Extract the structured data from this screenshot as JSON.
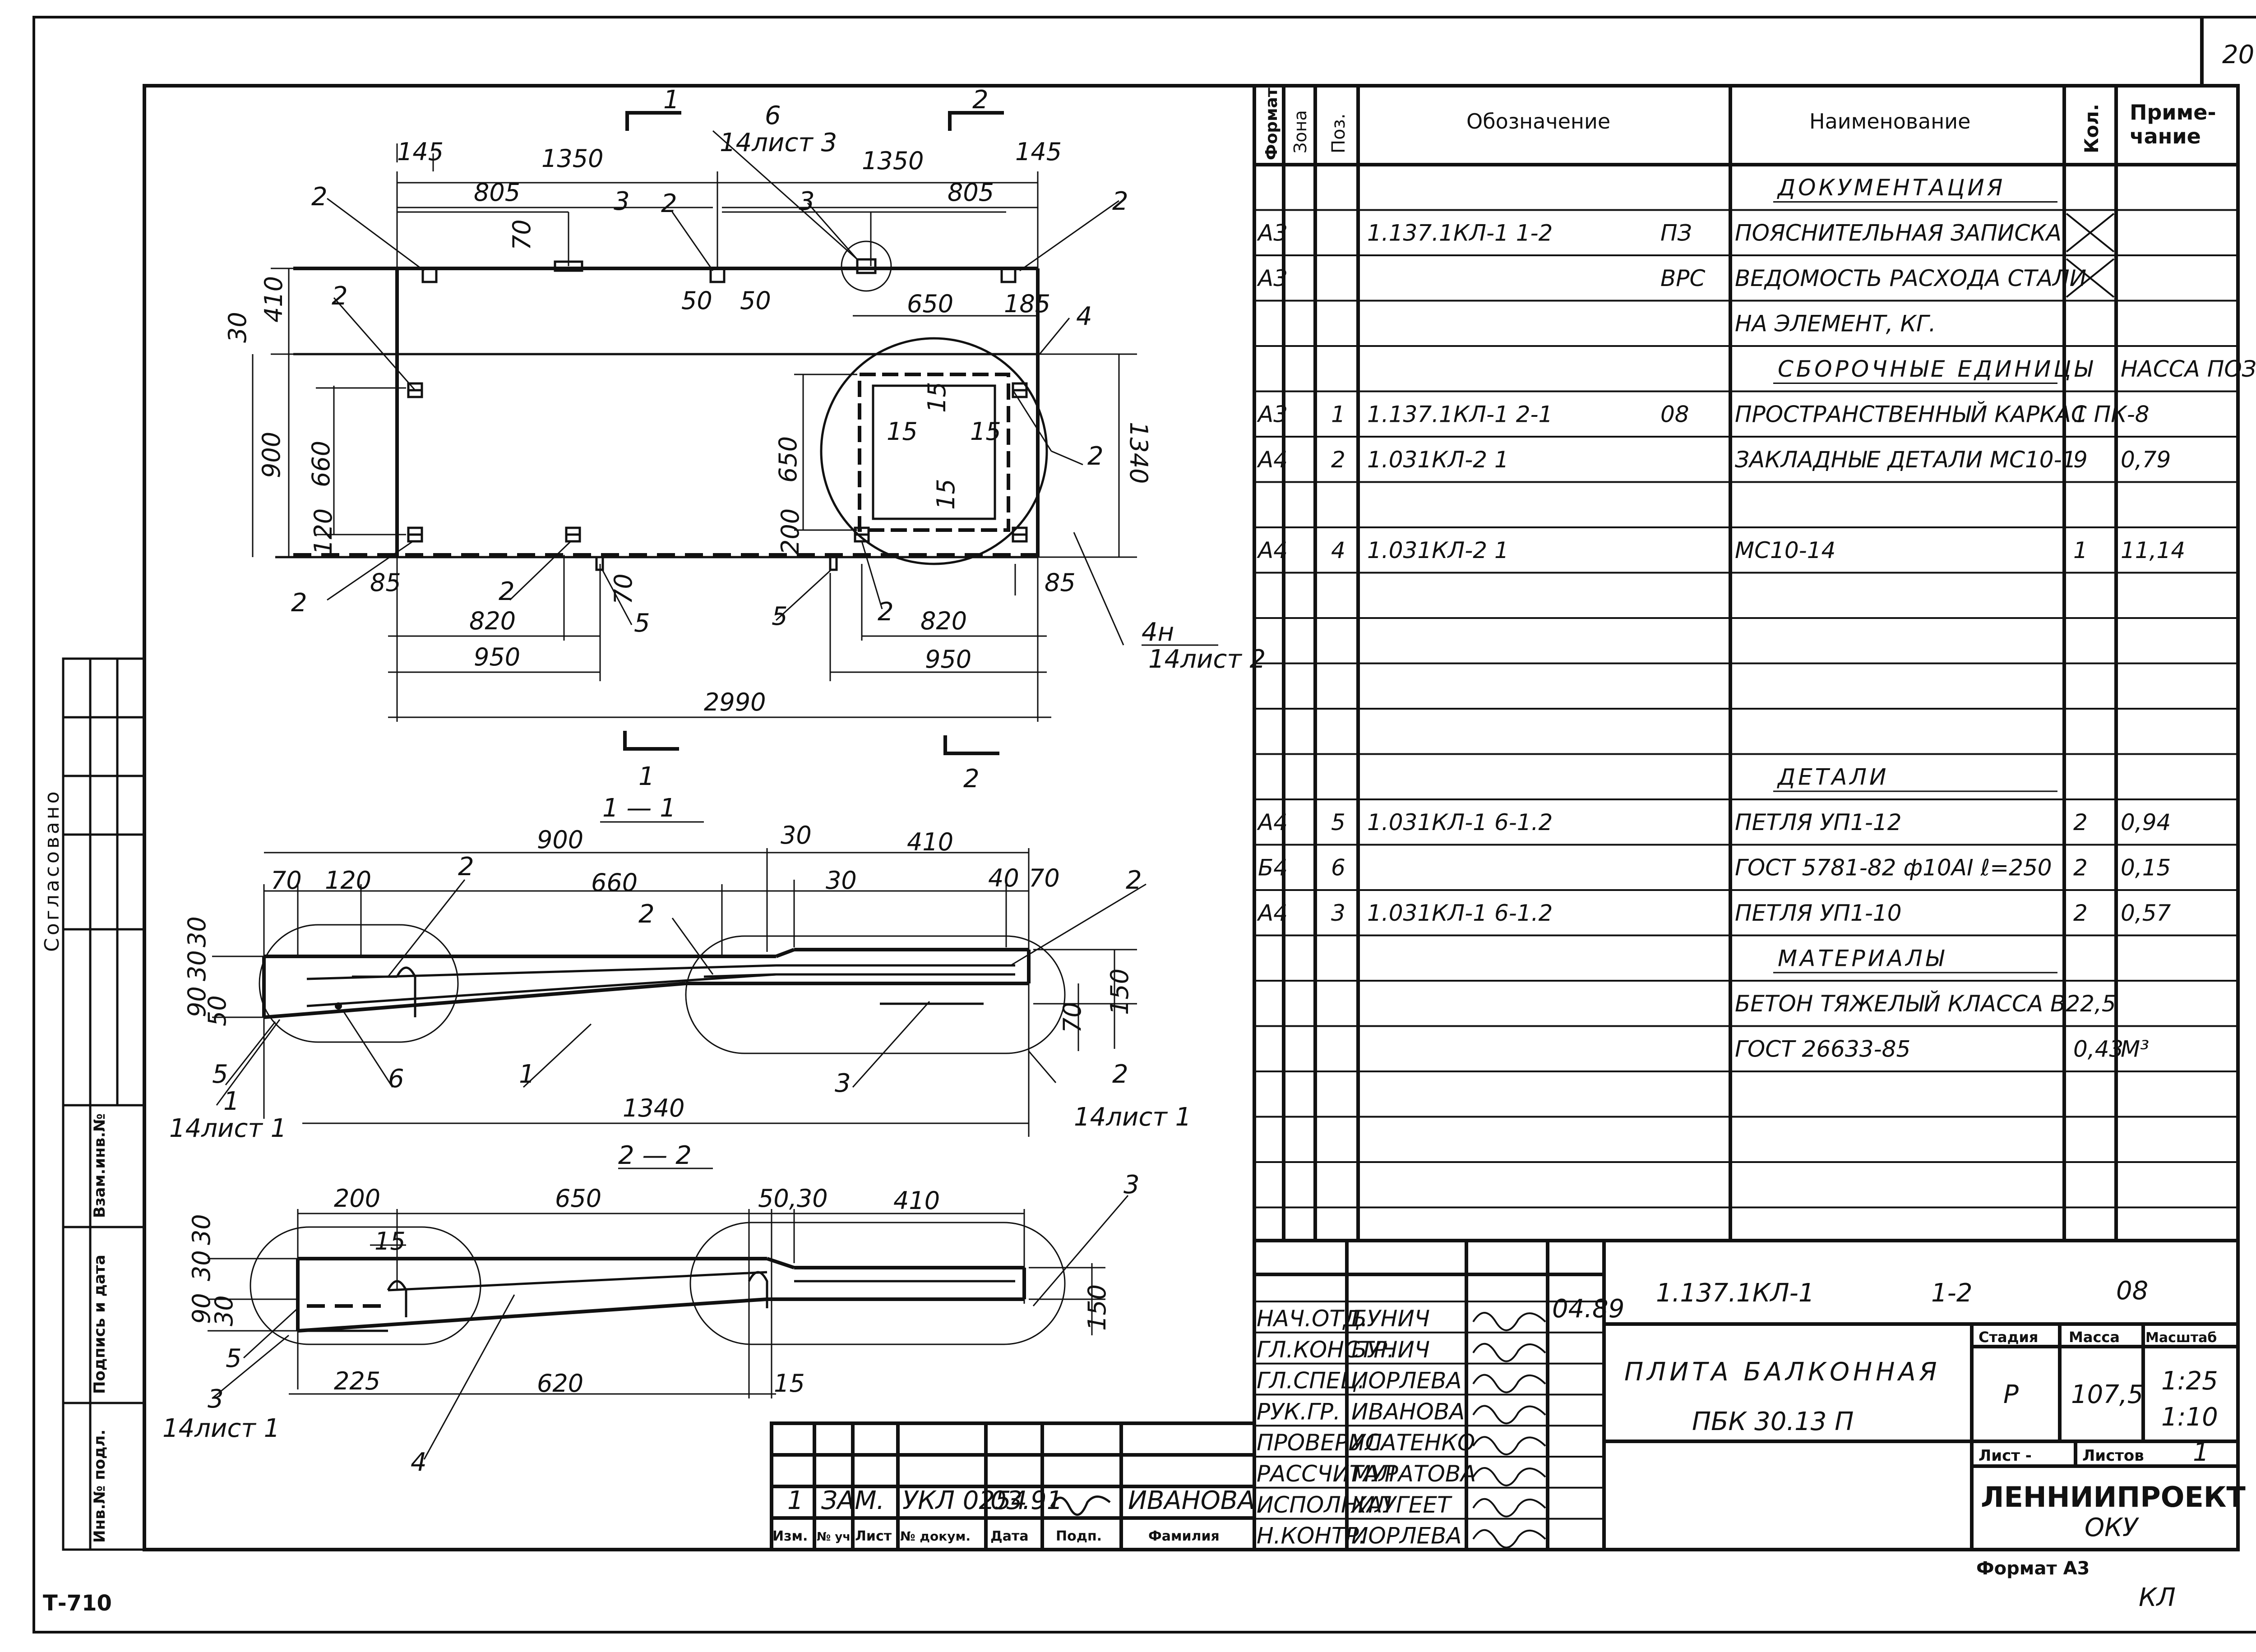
{
  "page_number": "20",
  "sheet_code": "Т-710",
  "approval": "Согласовано",
  "side_fields": [
    "Взам.инв.№",
    "Подпись и дата",
    "Инв.№ подл."
  ],
  "spec": {
    "headers": [
      "Формат",
      "Зона",
      "Поз.",
      "Обозначение",
      "Наименование",
      "Кол.",
      "Приме-",
      "чание"
    ],
    "rows": [
      {
        "fmt": "",
        "pos": "",
        "desig": "",
        "sub": "",
        "name": "ДОКУМЕНТАЦИЯ",
        "qty": "",
        "note": "",
        "section": true
      },
      {
        "fmt": "А3",
        "pos": "",
        "desig": "1.137.1КЛ-1  1-2",
        "sub": "ПЗ",
        "name": "ПОЯСНИТЕЛЬНАЯ ЗАПИСКА",
        "qty": "X",
        "note": ""
      },
      {
        "fmt": "А3",
        "pos": "",
        "desig": "",
        "sub": "ВРС",
        "name": "ВЕДОМОСТЬ РАСХОДА СТАЛИ",
        "qty": "X",
        "note": ""
      },
      {
        "fmt": "",
        "pos": "",
        "desig": "",
        "sub": "",
        "name": "НА ЭЛЕМЕНТ, КГ.",
        "qty": "",
        "note": ""
      },
      {
        "fmt": "",
        "pos": "",
        "desig": "",
        "sub": "",
        "name": "СБОРОЧНЫЕ ЕДИНИЦЫ",
        "qty": "",
        "note": "НАССА ПОЗ. КГ",
        "section": true
      },
      {
        "fmt": "А3",
        "pos": "1",
        "desig": "1.137.1КЛ-1  2-1",
        "sub": "08",
        "name": "ПРОСТРАНСТВЕННЫЙ КАРКАС ПК-8",
        "qty": "1",
        "note": ""
      },
      {
        "fmt": "А4",
        "pos": "2",
        "desig": "1.031КЛ-2  1",
        "sub": "",
        "name": "ЗАКЛАДНЫЕ ДЕТАЛИ МС10-1",
        "qty": "9",
        "note": "0,79"
      },
      {
        "fmt": "",
        "pos": "",
        "desig": "",
        "sub": "",
        "name": "",
        "qty": "",
        "note": ""
      },
      {
        "fmt": "А4",
        "pos": "4",
        "desig": "1.031КЛ-2  1",
        "sub": "",
        "name": "МС10-14",
        "qty": "1",
        "note": "11,14"
      },
      {
        "fmt": "",
        "pos": "",
        "desig": "",
        "sub": "",
        "name": "",
        "qty": "",
        "note": ""
      },
      {
        "fmt": "",
        "pos": "",
        "desig": "",
        "sub": "",
        "name": "",
        "qty": "",
        "note": ""
      },
      {
        "fmt": "",
        "pos": "",
        "desig": "",
        "sub": "",
        "name": "",
        "qty": "",
        "note": ""
      },
      {
        "fmt": "",
        "pos": "",
        "desig": "",
        "sub": "",
        "name": "",
        "qty": "",
        "note": ""
      },
      {
        "fmt": "",
        "pos": "",
        "desig": "",
        "sub": "",
        "name": "ДЕТАЛИ",
        "qty": "",
        "note": "",
        "section": true
      },
      {
        "fmt": "А4",
        "pos": "5",
        "desig": "1.031КЛ-1  6-1.2",
        "sub": "",
        "name": "ПЕТЛЯ       УП1-12",
        "qty": "2",
        "note": "0,94"
      },
      {
        "fmt": "Б4",
        "pos": "6",
        "desig": "",
        "sub": "",
        "name": "ГОСТ 5781-82 ф10АI ℓ=250",
        "qty": "2",
        "note": "0,15"
      },
      {
        "fmt": "А4",
        "pos": "3",
        "desig": "1.031КЛ-1  6-1.2",
        "sub": "",
        "name": "ПЕТЛЯ       УП1-10",
        "qty": "2",
        "note": "0,57"
      },
      {
        "fmt": "",
        "pos": "",
        "desig": "",
        "sub": "",
        "name": "МАТЕРИАЛЫ",
        "qty": "",
        "note": "",
        "section": true
      },
      {
        "fmt": "",
        "pos": "",
        "desig": "",
        "sub": "",
        "name": "БЕТОН ТЯЖЕЛЫЙ КЛАССА В22,5",
        "qty": "",
        "note": ""
      },
      {
        "fmt": "",
        "pos": "",
        "desig": "",
        "sub": "",
        "name": "ГОСТ 26633-85",
        "qty": "0,43",
        "note": "М³"
      }
    ]
  },
  "title_block": {
    "code": "1.137.1КЛ-1",
    "sheet_ref": "1-2",
    "series": "08",
    "title_line1": "ПЛИТА  БАЛКОННАЯ",
    "title_line2": "ПБК 30.13 П",
    "stage_h": "Стадия",
    "mass_h": "Масса",
    "scale_h": "Масштаб",
    "stage": "Р",
    "mass": "107,5",
    "scale1": "1:25",
    "scale2": "1:10",
    "sheet_label": "Лист -",
    "sheets_label": "Листов",
    "sheets": "1",
    "org": "ЛЕННИИПРОЕКТ",
    "dept": "ОКУ",
    "format": "Формат А3",
    "date": "04.89",
    "roles": [
      {
        "role": "НАЧ.ОТД.",
        "name": "БУНИЧ"
      },
      {
        "role": "ГЛ.КОНСТР.",
        "name": "БУНИЧ"
      },
      {
        "role": "ГЛ.СПЕЦ.",
        "name": "ИОРЛЕВА"
      },
      {
        "role": "РУК.ГР.",
        "name": "ИВАНОВА"
      },
      {
        "role": "ПРОВЕРИЛ",
        "name": "УСАТЕНКО"
      },
      {
        "role": "РАССЧИТАЛ",
        "name": "МУРАТОВА"
      },
      {
        "role": "ИСПОЛНИЛ",
        "name": "ХАУГЕЕТ"
      },
      {
        "role": "Н.КОНТР.",
        "name": "ИОРЛЕВА"
      }
    ],
    "rev_row": {
      "izm": "1",
      "uch": "ЗАМ.",
      "doc": "УКЛ 0254",
      "date": "03.91",
      "fam": "ИВАНОВА"
    },
    "rev_headers": [
      "Изм.",
      "№ уч.",
      "Лист",
      "№ докум.",
      "Дата",
      "Подп.",
      "Фамилия"
    ]
  },
  "plan": {
    "dims": {
      "d145a": "145",
      "d1350a": "1350",
      "d805a": "805",
      "d70a": "70",
      "d50a": "50",
      "d50b": "50",
      "d1350b": "1350",
      "d145b": "145",
      "d805b": "805",
      "d650": "650",
      "d185": "185",
      "d410": "410",
      "d30": "30",
      "d900": "900",
      "d660": "660",
      "d120": "120",
      "d650v": "650",
      "d200": "200",
      "d1340": "1340",
      "d85a": "85",
      "d85b": "85",
      "d820a": "820",
      "d950a": "950",
      "d820b": "820",
      "d950b": "950",
      "d2990": "2990",
      "d70b": "70",
      "d15a": "15",
      "d15b": "15",
      "d15c": "15",
      "d15d": "15"
    },
    "callouts": {
      "c2": "2",
      "c3": "3",
      "c4": "4",
      "c5": "5",
      "c6": "6",
      "c6ref": "14лист 3",
      "c4ref": "4н",
      "c4sheet": "14лист 2",
      "cut1": "1",
      "cut2": "2"
    }
  },
  "sec11": {
    "title": "1 — 1",
    "dims": {
      "d900": "900",
      "d30a": "30",
      "d410": "410",
      "d70a": "70",
      "d120": "120",
      "d660": "660",
      "d30b": "30",
      "d40": "40",
      "d70b": "70",
      "d30c": "30",
      "d30d": "30",
      "d90": "90",
      "d50": "50",
      "d150": "150",
      "d70c": "70",
      "d1340": "1340"
    },
    "callouts": {
      "c2a": "2",
      "c2b": "2",
      "c2c": "2",
      "c5": "5",
      "c6": "6",
      "c1": "1",
      "c1b": "1",
      "c3": "3",
      "ref1": "14лист 1",
      "ref2": "14лист 1"
    }
  },
  "sec22": {
    "title": "2 — 2",
    "dims": {
      "d200": "200",
      "d650": "650",
      "d5030": "50,30",
      "d410": "410",
      "d30a": "30",
      "d30b": "30",
      "d90": "90",
      "d30c": "30",
      "d15": "15",
      "d150": "150",
      "d225": "225",
      "d620": "620",
      "d15b": "15"
    },
    "callouts": {
      "c3": "3",
      "c5": "5",
      "c3b": "3",
      "c4": "4",
      "ref": "14лист 1"
    }
  },
  "corner_mark": "КЛ"
}
